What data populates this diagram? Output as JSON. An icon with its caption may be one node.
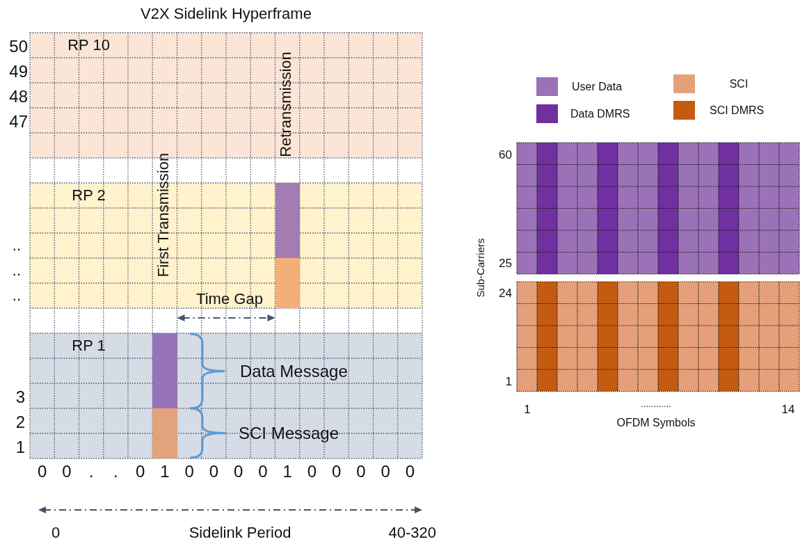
{
  "diagram": {
    "title": "V2X Sidelink Hyperframe",
    "nodes": [
      {
        "text": [
          "RP 10"
        ]
      },
      {
        "text": [
          "RP 2"
        ]
      },
      {
        "text": [
          "RP 1"
        ]
      },
      {
        "text": [],
        "shape": "box",
        "in": 1
      },
      {
        "text": [],
        "shape": "box",
        "in": 1
      },
      {
        "text": [],
        "shape": "box",
        "in": 2
      },
      {
        "text": [],
        "shape": "box",
        "in": 2
      }
    ],
    "labels": [
      "50",
      "49",
      "48",
      "47",
      "First Transmission",
      "Retransmission",
      "..",
      "..",
      "..",
      "Time Gap",
      "Data Message",
      "SCI Message",
      "3",
      "2",
      "1",
      "0",
      "0",
      ".",
      ".",
      "0",
      "1",
      "0",
      "0",
      "0",
      "0",
      "1",
      "0",
      "0",
      "0",
      "0",
      "0",
      "0",
      "Sidelink Period",
      "40-320",
      "60",
      "25",
      "24",
      "1",
      "Sub-Carriers",
      "1",
      "............",
      "14",
      "OFDM Symbols"
    ],
    "legend": [
      {
        "text": "User Data",
        "color": "#9b72b8"
      },
      {
        "text": "Data DMRS",
        "color": "#7030a0"
      },
      {
        "text": "SCI",
        "color": "#e5a07a"
      },
      {
        "text": "SCI DMRS",
        "color": "#c55a11"
      }
    ]
  }
}
